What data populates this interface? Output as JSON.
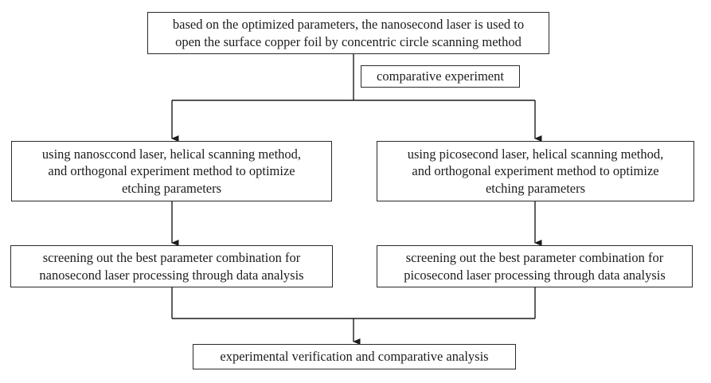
{
  "figure": {
    "ink_color": "#1c1c1c",
    "background_color": "#ffffff"
  },
  "nodes": {
    "start": {
      "label": "based on the optimized parameters, the nanosecond laser is used to\nopen the surface copper foil by concentric circle scanning method"
    },
    "branch_label": {
      "label": "comparative experiment"
    },
    "nanosecond_optimize": {
      "label": "using nanosccond laser, helical scanning method,\nand orthogonal experiment method to optimize\netching parameters"
    },
    "picosecond_optimize": {
      "label": "using picosecond laser, helical scanning method,\nand orthogonal experiment method to optimize\netching parameters"
    },
    "nanosecond_screening": {
      "label": "screening out the best parameter combination for\nnanosecond laser processing through data analysis"
    },
    "picosecond_screening": {
      "label": "screening out the best parameter combination for\npicosecond laser processing through data analysis"
    },
    "final": {
      "label": "experimental verification and comparative analysis"
    }
  }
}
